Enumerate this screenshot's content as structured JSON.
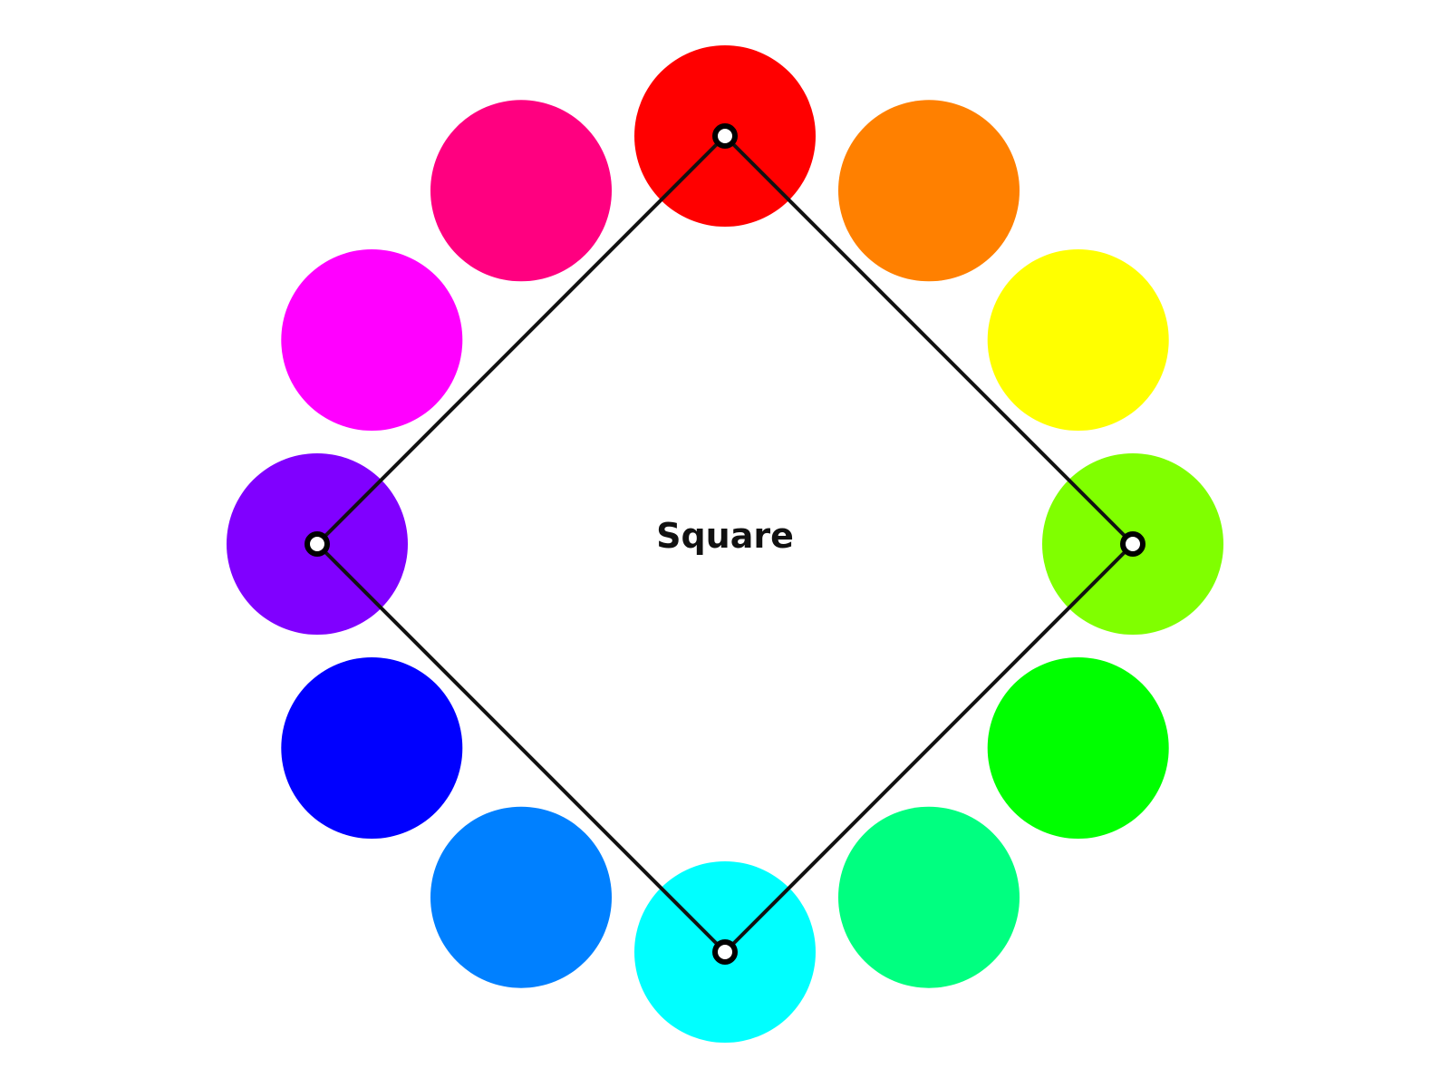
{
  "diagram": {
    "label": "Square",
    "wheel": [
      {
        "name": "red",
        "color": "#ff0000"
      },
      {
        "name": "orange",
        "color": "#ff8000"
      },
      {
        "name": "yellow",
        "color": "#ffff00"
      },
      {
        "name": "chartreuse",
        "color": "#80ff00"
      },
      {
        "name": "green",
        "color": "#00ff00"
      },
      {
        "name": "spring-green",
        "color": "#00ff80"
      },
      {
        "name": "cyan",
        "color": "#00ffff"
      },
      {
        "name": "azure",
        "color": "#0080ff"
      },
      {
        "name": "blue",
        "color": "#0000ff"
      },
      {
        "name": "violet",
        "color": "#8000ff"
      },
      {
        "name": "magenta",
        "color": "#ff00ff"
      },
      {
        "name": "rose",
        "color": "#ff0080"
      }
    ],
    "selected": [
      "red",
      "chartreuse",
      "cyan",
      "violet"
    ],
    "line_color": "#111111",
    "marker_fill": "#ffffff",
    "marker_stroke": "#000000"
  }
}
